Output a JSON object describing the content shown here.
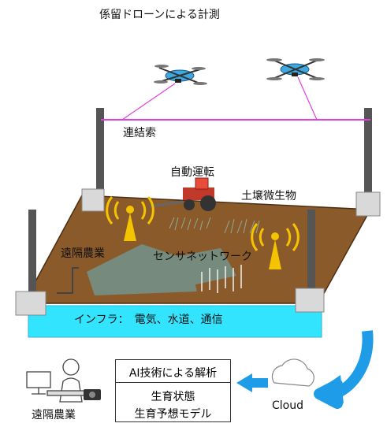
{
  "title": "係留ドローンによる計測",
  "labels": {
    "tether": "連結索",
    "autonomous": "自動運転",
    "soil_microbes": "土壌微生物",
    "remote_farming_field": "遠隔農業",
    "sensor_network": "センサネットワーク",
    "infrastructure": "インフラ：　電気、水道、通信",
    "cloud": "Cloud",
    "remote_farming_user": "遠隔農業"
  },
  "analysis_box": {
    "heading": "AI技術による解析",
    "items": [
      "生育状態",
      "生育予想モデル"
    ]
  },
  "colors": {
    "soil": "#8b5a2b",
    "infra": "#33e4ff",
    "tether": "#e040e0",
    "post": "#555555",
    "antenna": "#f5c400",
    "arrow": "#1e9ce8",
    "drone": "#3ea8e0"
  },
  "icons": [
    "drone-icon",
    "tractor-icon",
    "antenna-icon",
    "cloud-icon",
    "user-at-computer-icon",
    "camera-icon",
    "curved-arrow-icon",
    "left-arrow-icon"
  ]
}
